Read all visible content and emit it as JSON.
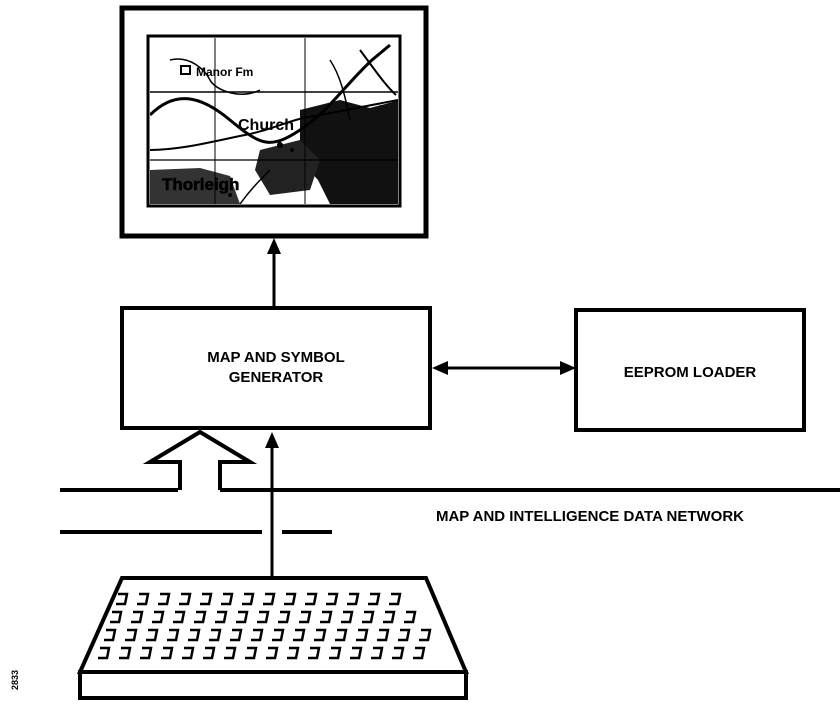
{
  "diagram": {
    "blocks": {
      "map_symbol_generator": {
        "line1": "MAP AND SYMBOL",
        "line2": "GENERATOR"
      },
      "eeprom_loader": {
        "label": "EEPROM LOADER"
      }
    },
    "network": {
      "label": "MAP AND INTELLIGENCE DATA NETWORK"
    },
    "display_map": {
      "place_labels": [
        "Manor Fm",
        "Church",
        "Thorleigh"
      ]
    },
    "figure_id": "2833"
  },
  "colors": {
    "ink": "#000000",
    "paper": "#ffffff"
  }
}
